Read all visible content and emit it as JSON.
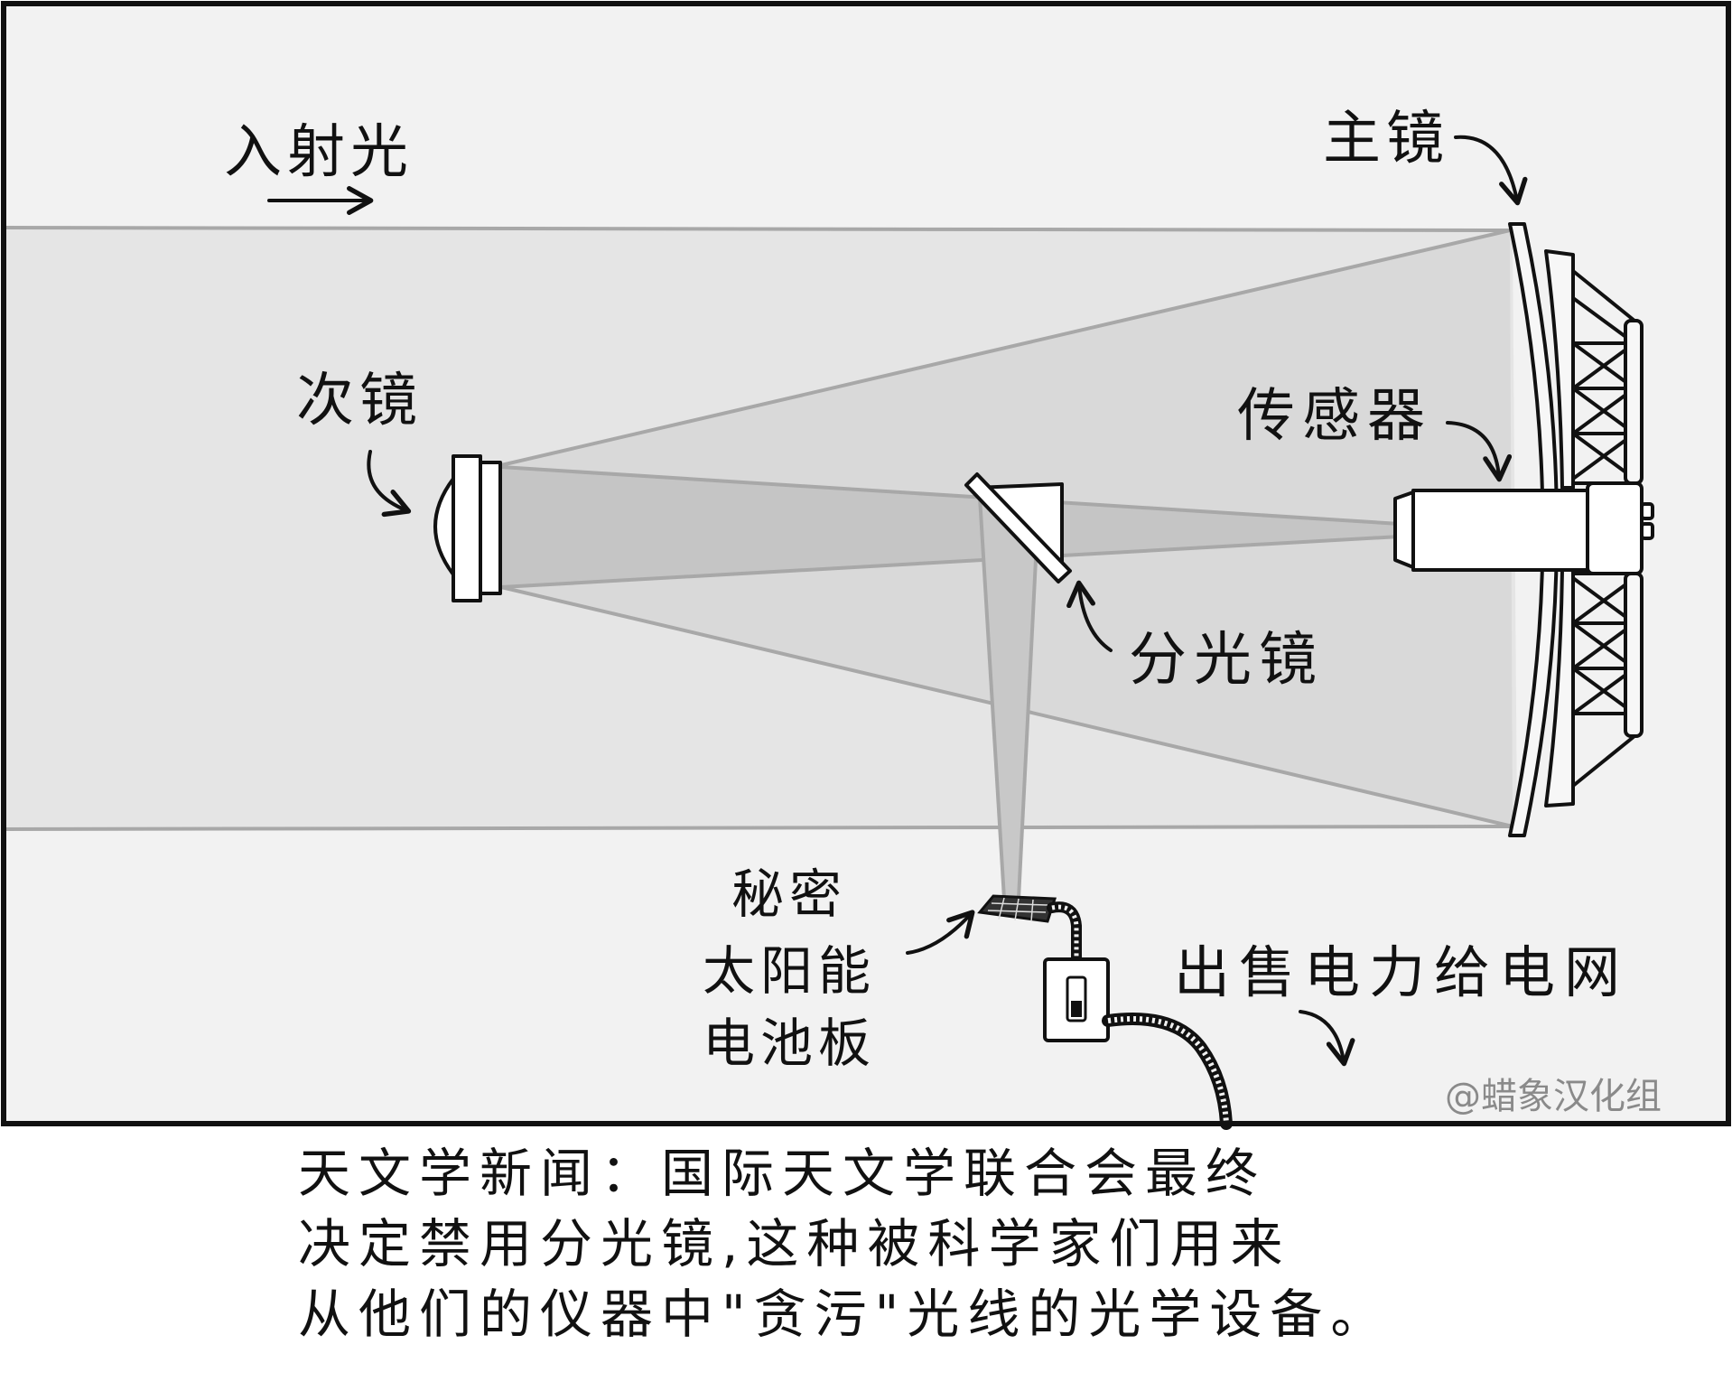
{
  "labels": {
    "incoming_light": "入射光",
    "primary_mirror": "主镜",
    "secondary_mirror": "次镜",
    "sensor": "传感器",
    "beam_splitter": "分光镜",
    "secret_solar_panel_line1": "秘密",
    "secret_solar_panel_line2": "太阳能",
    "secret_solar_panel_line3": "电池板",
    "sell_power": "出售电力给电网",
    "watermark": "@蜡象汉化组"
  },
  "caption": {
    "line1": "天文学新闻：国际天文学联合会最终",
    "line2": "决定禁用分光镜,这种被科学家们用来",
    "line3": "从他们的仪器中\"贪污\"光线的光学设备。"
  },
  "colors": {
    "panel_bg": "#f2f2f2",
    "beam_outer": "#e3e3e3",
    "beam_inner": "#d2d2d2",
    "beam_edge": "#a8a8a8",
    "ink": "#111111",
    "watermark": "#8a8a8a"
  }
}
